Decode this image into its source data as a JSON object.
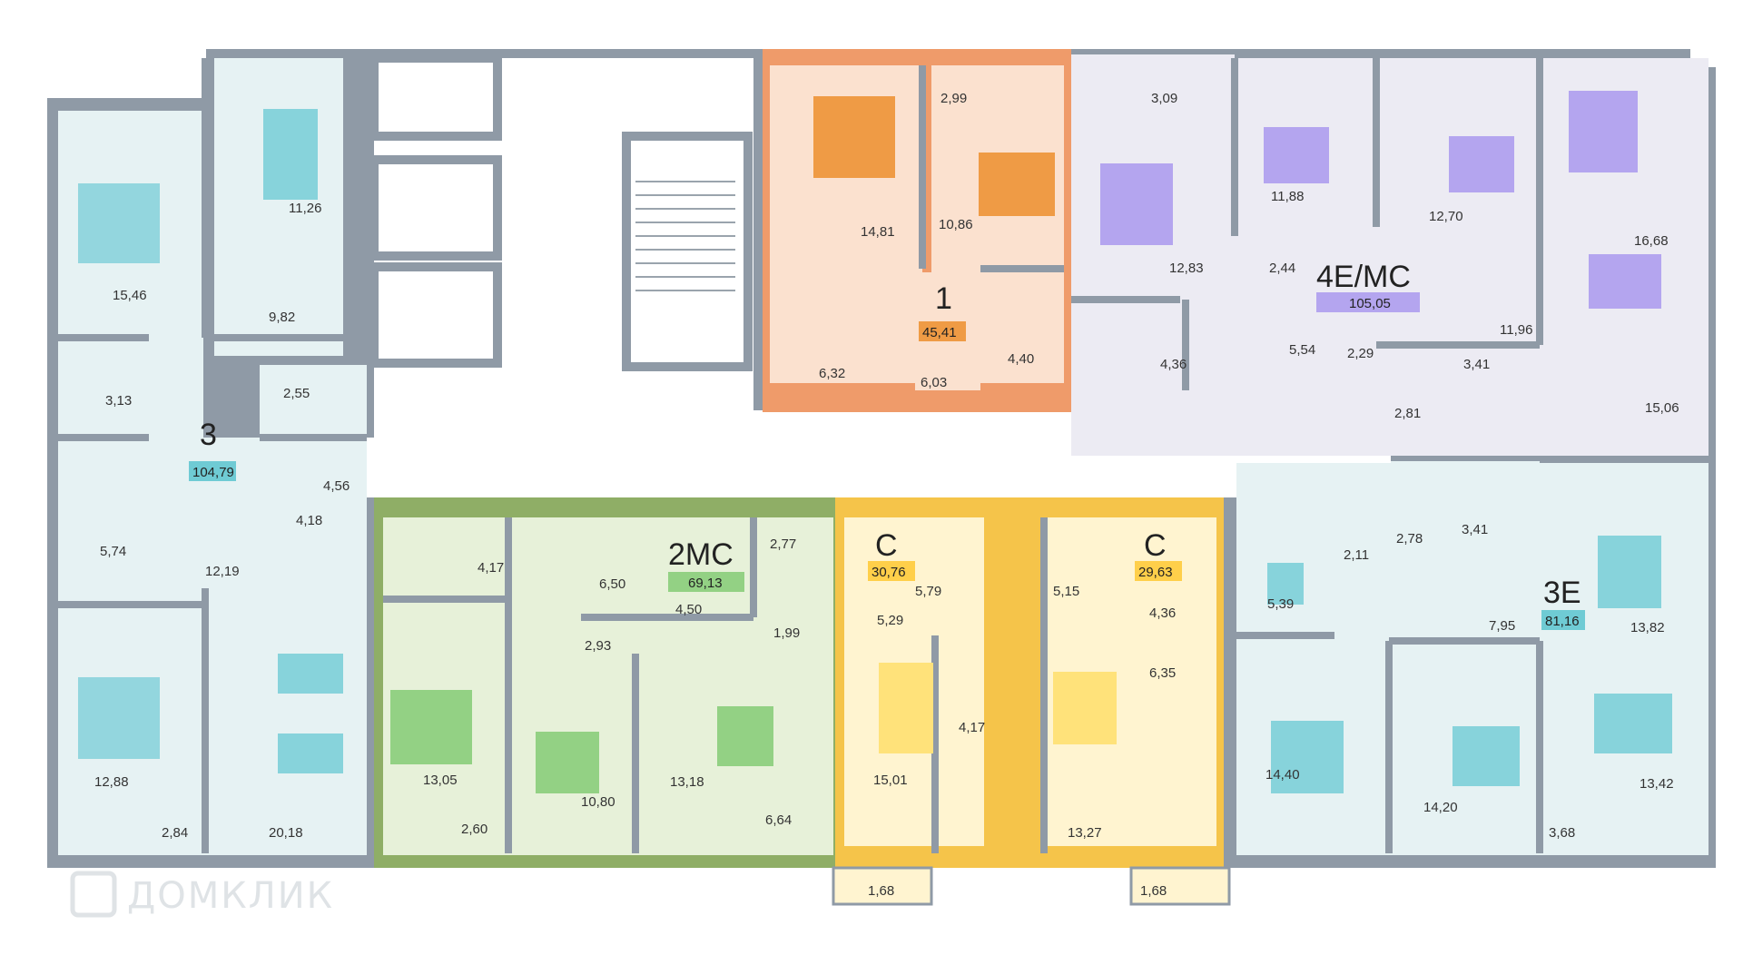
{
  "colors": {
    "wall": "#8f9aa6",
    "apt3": "#e6f2f3",
    "apt3_badge": "#6fcbd4",
    "apt1": "#fbe1cf",
    "apt1_badge": "#ef9b45",
    "apt4e": "#ecebf3",
    "apt4e_badge": "#b4a5ef",
    "apt2mc": "#e7f1d9",
    "apt2mc_badge": "#93d184",
    "aptC": "#fff4d0",
    "aptC_badge": "#ffcf4a",
    "apt3e": "#e6f2f3",
    "apt3e_badge": "#6fcbd4",
    "watermark": "#dfe3e6"
  },
  "apartments": [
    {
      "id": "apt-3",
      "name": "3",
      "area": "104,79"
    },
    {
      "id": "apt-1",
      "name": "1",
      "area": "45,41"
    },
    {
      "id": "apt-4e",
      "name": "4Е/МС",
      "area": "105,05"
    },
    {
      "id": "apt-2mc",
      "name": "2МС",
      "area": "69,13"
    },
    {
      "id": "apt-c1",
      "name": "С",
      "area": "30,76"
    },
    {
      "id": "apt-c2",
      "name": "С",
      "area": "29,63"
    },
    {
      "id": "apt-3e",
      "name": "3Е",
      "area": "81,16"
    }
  ],
  "rooms": {
    "apt3": [
      "11,26",
      "15,46",
      "9,82",
      "3,13",
      "2,55",
      "4,56",
      "5,74",
      "4,18",
      "12,19",
      "12,88",
      "20,18",
      "2,84"
    ],
    "apt1": [
      "2,99",
      "14,81",
      "10,86",
      "6,32",
      "6,03",
      "4,40"
    ],
    "apt4e": [
      "3,09",
      "11,88",
      "12,70",
      "16,68",
      "12,83",
      "2,44",
      "4,36",
      "5,54",
      "2,29",
      "3,41",
      "11,96",
      "2,81",
      "15,06"
    ],
    "apt2mc": [
      "4,17",
      "6,50",
      "2,77",
      "4,50",
      "1,99",
      "2,93",
      "13,05",
      "10,80",
      "13,18",
      "2,60",
      "6,64"
    ],
    "aptC1": [
      "5,79",
      "5,29",
      "4,17",
      "15,01",
      "1,68"
    ],
    "aptC2": [
      "5,15",
      "4,36",
      "6,35",
      "13,27",
      "1,68"
    ],
    "apt3e": [
      "2,11",
      "2,78",
      "3,41",
      "5,39",
      "7,95",
      "13,82",
      "14,40",
      "14,20",
      "13,42",
      "3,68"
    ]
  },
  "watermark": "ДОМКЛИК"
}
